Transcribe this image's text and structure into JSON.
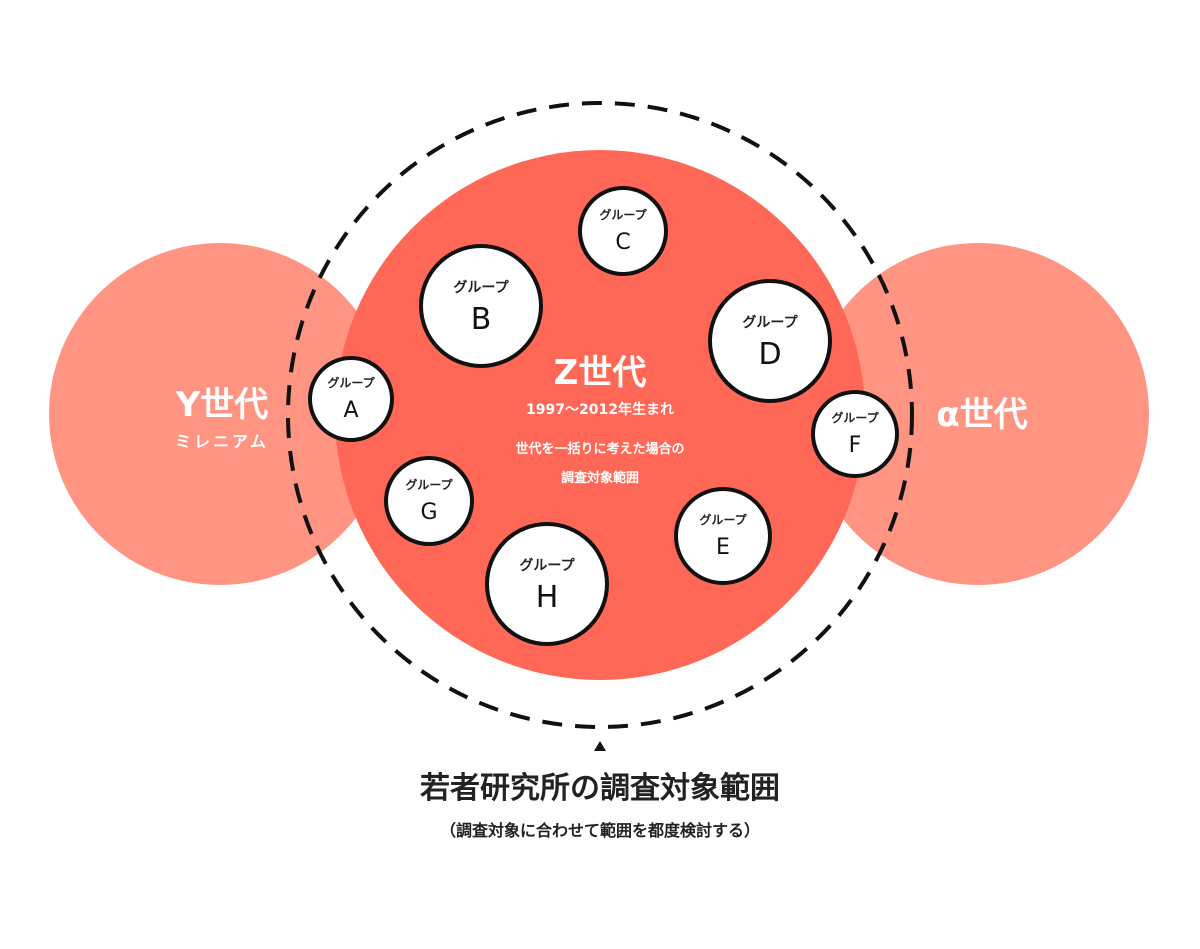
{
  "colors": {
    "center": "#FF6756",
    "side": "#FF9483",
    "outline": "#111111"
  },
  "generations": {
    "y": {
      "title": "Y世代",
      "subtitle": "ミレニアム"
    },
    "z": {
      "title": "Z世代",
      "years": "1997〜2012年生まれ",
      "note_line1": "世代を一括りに考えた場合の",
      "note_line2": "調査対象範囲"
    },
    "alpha": {
      "title": "α世代"
    }
  },
  "groups": [
    {
      "prefix": "グループ",
      "letter": "A"
    },
    {
      "prefix": "グループ",
      "letter": "B"
    },
    {
      "prefix": "グループ",
      "letter": "C"
    },
    {
      "prefix": "グループ",
      "letter": "D"
    },
    {
      "prefix": "グループ",
      "letter": "E"
    },
    {
      "prefix": "グループ",
      "letter": "F"
    },
    {
      "prefix": "グループ",
      "letter": "G"
    },
    {
      "prefix": "グループ",
      "letter": "H"
    }
  ],
  "caption": {
    "title": "若者研究所の調査対象範囲",
    "subtitle": "（調査対象に合わせて範囲を都度検討する）"
  }
}
